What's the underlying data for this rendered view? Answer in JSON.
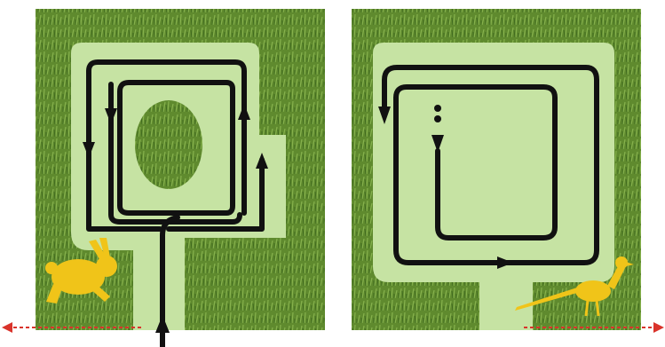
{
  "panels": [
    {
      "id": "left",
      "animal_icon": "rabbit-icon",
      "center_feature": "oval-clearing",
      "entry_arrow": "up-arrow-icon"
    },
    {
      "id": "right",
      "animal_icon": "pheasant-icon",
      "center_feature": "none",
      "dots": 2
    }
  ],
  "colors": {
    "grass_base": "#5f8a2e",
    "grass_dark": "#3f6a1e",
    "grass_light": "#8fba55",
    "mowed_strip": "#c6e3a3",
    "path": "#111111",
    "animal": "#f0c419",
    "direction_marker": "#d9332b"
  }
}
